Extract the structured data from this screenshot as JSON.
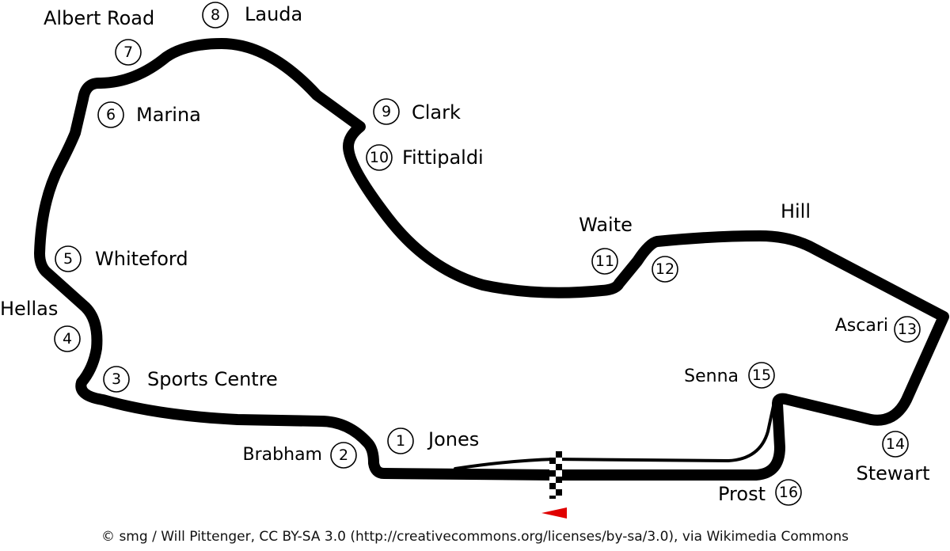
{
  "corners": [
    {
      "number": "1",
      "name": "Jones"
    },
    {
      "number": "2",
      "name": "Brabham"
    },
    {
      "number": "3",
      "name": "Sports Centre"
    },
    {
      "number": "4",
      "name": "Hellas"
    },
    {
      "number": "5",
      "name": "Whiteford"
    },
    {
      "number": "6",
      "name": "Marina"
    },
    {
      "number": "7",
      "name": "Albert Road"
    },
    {
      "number": "8",
      "name": "Lauda"
    },
    {
      "number": "9",
      "name": "Clark"
    },
    {
      "number": "10",
      "name": "Fittipaldi"
    },
    {
      "number": "11",
      "name": "Waite"
    },
    {
      "number": "12",
      "name": ""
    },
    {
      "number": "13",
      "name": "Ascari"
    },
    {
      "number": "14",
      "name": "Stewart"
    },
    {
      "number": "15",
      "name": "Senna"
    },
    {
      "number": "16",
      "name": "Prost"
    }
  ],
  "extra_labels": {
    "hill": "Hill"
  },
  "colors": {
    "track": "#000000",
    "direction_arrow": "#e00000"
  },
  "credit": "© smg / Will Pittenger, CC BY-SA 3.0 (http://creativecommons.org/licenses/by-sa/3.0), via Wikimedia Commons"
}
